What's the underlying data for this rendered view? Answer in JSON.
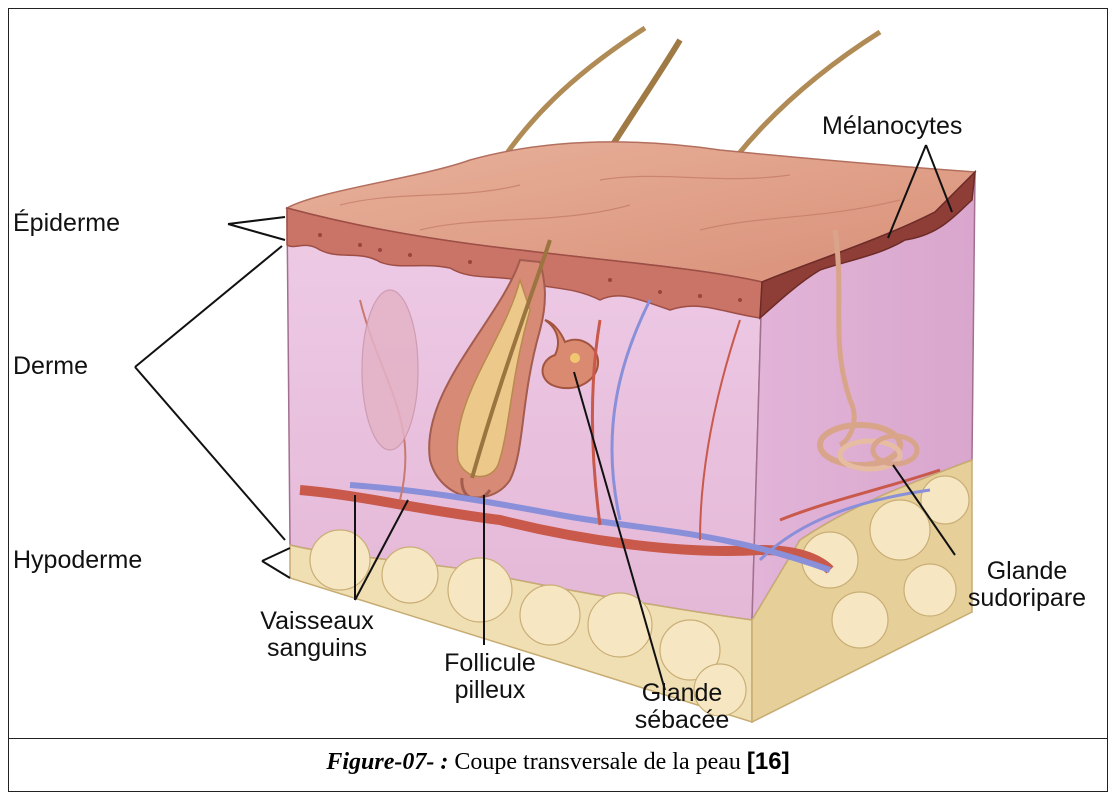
{
  "labels": {
    "epiderme": "Épiderme",
    "derme": "Derme",
    "hypoderme": "Hypoderme",
    "vaisseaux_line1": "Vaisseaux",
    "vaisseaux_line2": "sanguins",
    "follicule_line1": "Follicule",
    "follicule_line2": "pilleux",
    "sebacee_line1": "Glande",
    "sebacee_line2": "sébacée",
    "sudoripare_line1": "Glande",
    "sudoripare_line2": "sudoripare",
    "melanocytes": "Mélanocytes"
  },
  "caption": {
    "figure": "Figure-07- :",
    "text": " Coupe transversale de la peau ",
    "ref": "[16]"
  },
  "colors": {
    "epidermis": "#c9786a",
    "epidermis_top": "#e3a48c",
    "dermis": "#e7bfdf",
    "hypodermis": "#f1dfb4",
    "artery": "#c9594a",
    "vein": "#8a8fd9"
  }
}
